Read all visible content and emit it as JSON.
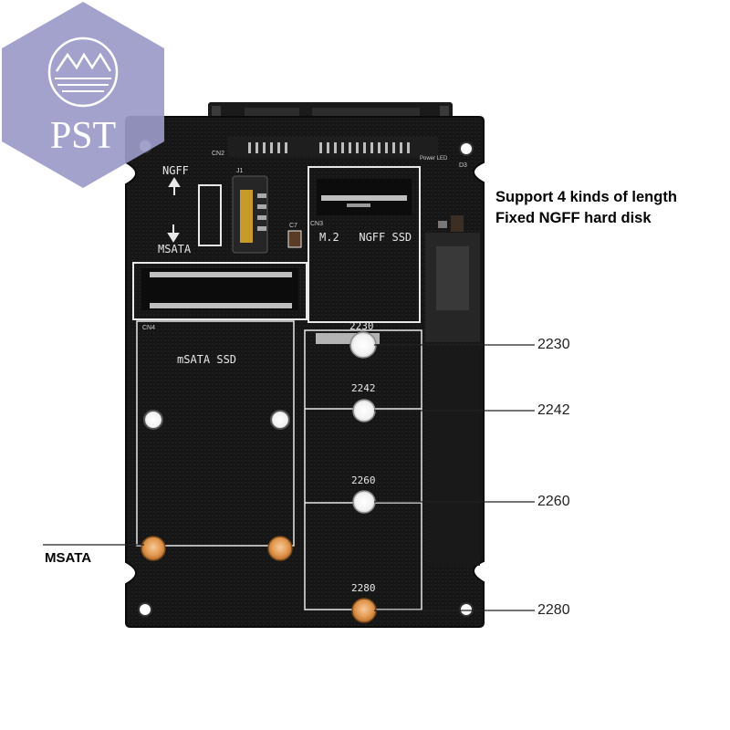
{
  "logo": {
    "text": "PST",
    "colors": {
      "hex": "#9a9ac8",
      "mark": "#ffffff"
    }
  },
  "headline": {
    "line1": "Support 4 kinds of length",
    "line2": "Fixed NGFF hard disk"
  },
  "lengths": [
    "2230",
    "2242",
    "2260",
    "2280"
  ],
  "msata_callout": "MSATA",
  "board": {
    "ngff_arrow_label": "NGFF",
    "msata_arrow_label": "MSATA",
    "m2_slot_label": "M.2   NGFF SSD",
    "msata_slot_label": "mSATA SSD",
    "ref_cn2": "CN2",
    "ref_cn3": "CN3",
    "ref_cn4": "CN4",
    "ref_j1": "J1",
    "ref_c7": "C7",
    "ref_d3": "D3",
    "ref_power_led": "Power LED",
    "mount_labels": [
      "2230",
      "2242",
      "2260",
      "2280"
    ],
    "colors": {
      "pcb": "#141414",
      "silk": "#e8e8e8",
      "gold": "#e8a050"
    }
  }
}
